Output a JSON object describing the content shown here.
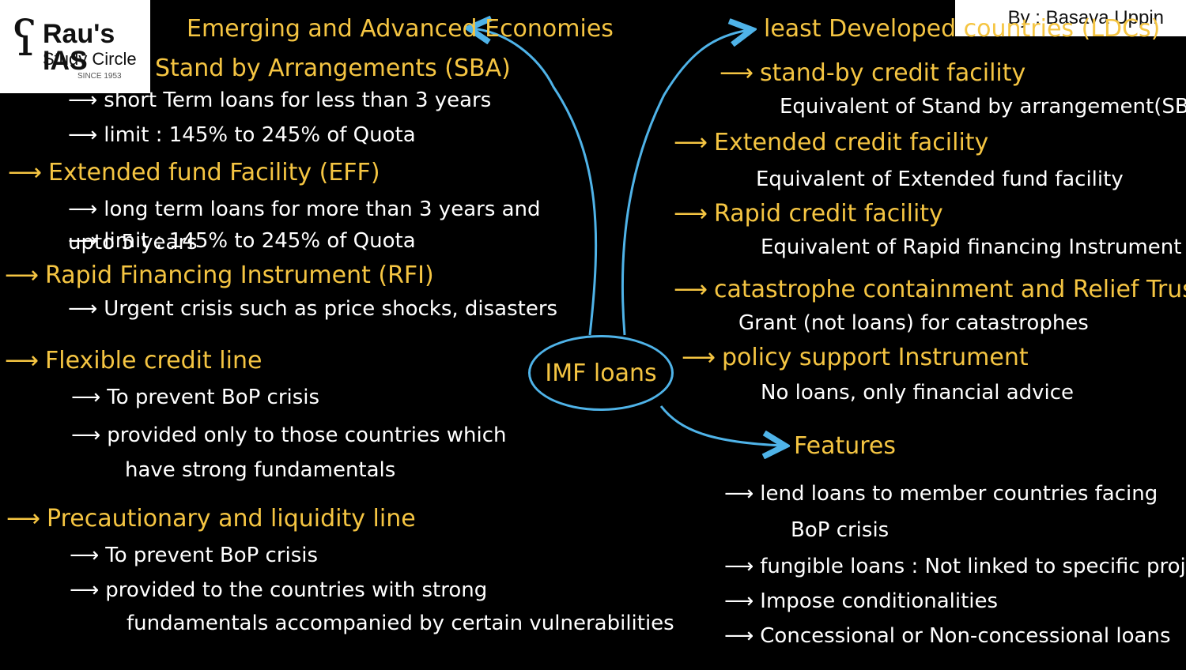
{
  "logo": {
    "mark": "ʕ",
    "name": "Rau's IAS",
    "subtitle": "Study Circle",
    "since": "SINCE 1953"
  },
  "author": "By : Basava Uppin",
  "center": "IMF loans",
  "arrow_glyph": "⟶",
  "left": {
    "heading": "Emerging and Advanced Economies",
    "items": [
      {
        "title": "Stand by Arrangements (SBA)",
        "details": [
          "short Term loans for less than 3 years",
          "limit : 145% to 245% of Quota"
        ]
      },
      {
        "title": "Extended fund Facility (EFF)",
        "details": [
          "long term loans for more than 3 years and upto 5 years",
          "limit : 145% to 245% of Quota"
        ]
      },
      {
        "title": "Rapid Financing Instrument (RFI)",
        "details": [
          "Urgent crisis such as price shocks, disasters"
        ]
      },
      {
        "title": "Flexible credit line",
        "details": [
          "To prevent BoP crisis",
          "provided only to those countries which",
          "have strong fundamentals"
        ]
      },
      {
        "title": "Precautionary and liquidity line",
        "details": [
          "To prevent BoP crisis",
          "provided to the countries with strong",
          "fundamentals accompanied by certain vulnerabilities"
        ]
      }
    ]
  },
  "right": {
    "heading": "least Developed countries (LDCs)",
    "items": [
      {
        "title": "stand-by credit facility",
        "details": [
          "Equivalent of Stand by arrangement(SBA)"
        ]
      },
      {
        "title": "Extended credit facility",
        "details": [
          "Equivalent of Extended fund facility"
        ]
      },
      {
        "title": "Rapid credit facility",
        "details": [
          "Equivalent of Rapid financing Instrument"
        ]
      },
      {
        "title": "catastrophe containment and Relief Trust",
        "details": [
          "Grant (not loans) for catastrophes"
        ]
      },
      {
        "title": "policy support Instrument",
        "details": [
          "No loans, only financial advice"
        ]
      }
    ]
  },
  "features": {
    "heading": "Features",
    "items": [
      "lend loans to member countries facing",
      "BoP crisis",
      "fungible loans : Not linked to specific projects",
      "Impose conditionalities",
      "Concessional or Non-concessional loans"
    ]
  },
  "colors": {
    "background": "#000000",
    "heading": "#f5c542",
    "text": "#ffffff",
    "connector": "#4fb3e8"
  }
}
